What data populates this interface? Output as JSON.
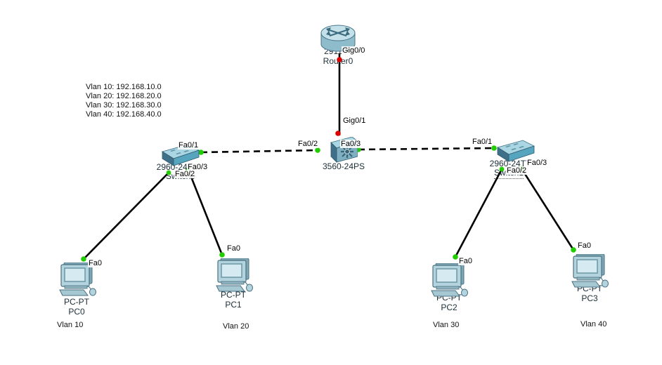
{
  "note_block": {
    "lines": [
      "Vlan 10: 192.168.10.0",
      "Vlan 20: 192.168.20.0",
      "Vlan 30: 192.168.30.0",
      "Vlan 40: 192.168.40.0"
    ]
  },
  "devices": {
    "router0": {
      "model": "2911",
      "name": "Router0",
      "port_gig00": "Gig0/0"
    },
    "core": {
      "model": "3560-24PS",
      "port_gig01": "Gig0/1",
      "port_fa02": "Fa0/2",
      "port_fa03": "Fa0/3"
    },
    "switch0": {
      "model": "2960-24TT",
      "name": "Switch0",
      "port_fa01": "Fa0/1",
      "port_fa02": "Fa0/2",
      "port_fa03": "Fa0/3"
    },
    "switch1": {
      "model": "2960-24TT",
      "name": "Switch1",
      "port_fa01": "Fa0/1",
      "port_fa02": "Fa0/2",
      "port_fa03": "Fa0/3"
    },
    "pc0": {
      "model": "PC-PT",
      "name": "PC0",
      "port_fa0": "Fa0",
      "note": "Vlan 10"
    },
    "pc1": {
      "model": "PC-PT",
      "name": "PC1",
      "port_fa0": "Fa0",
      "note": "Vlan 20"
    },
    "pc2": {
      "model": "PC-PT",
      "name": "PC2",
      "port_fa0": "Fa0",
      "note": "Vlan 30"
    },
    "pc3": {
      "model": "PC-PT",
      "name": "PC3",
      "port_fa0": "Fa0",
      "note": "Vlan 40"
    }
  },
  "links": [
    {
      "from": "Router0 Gig0/0",
      "to": "3560-24PS Gig0/1",
      "style": "solid",
      "status": "down"
    },
    {
      "from": "3560-24PS Fa0/2",
      "to": "Switch0 Fa0/1",
      "style": "dashed",
      "status": "up"
    },
    {
      "from": "3560-24PS Fa0/3",
      "to": "Switch1 Fa0/1",
      "style": "dashed",
      "status": "up"
    },
    {
      "from": "Switch0 Fa0/2",
      "to": "PC0 Fa0",
      "style": "solid",
      "status": "up"
    },
    {
      "from": "Switch0 Fa0/3",
      "to": "PC1 Fa0",
      "style": "solid",
      "status": "up"
    },
    {
      "from": "Switch1 Fa0/2",
      "to": "PC2 Fa0",
      "style": "solid",
      "status": "up"
    },
    {
      "from": "Switch1 Fa0/3",
      "to": "PC3 Fa0",
      "style": "solid",
      "status": "up"
    }
  ],
  "colors": {
    "cable": "#000000",
    "link_up": "#21cc00",
    "link_down": "#dd0000"
  }
}
